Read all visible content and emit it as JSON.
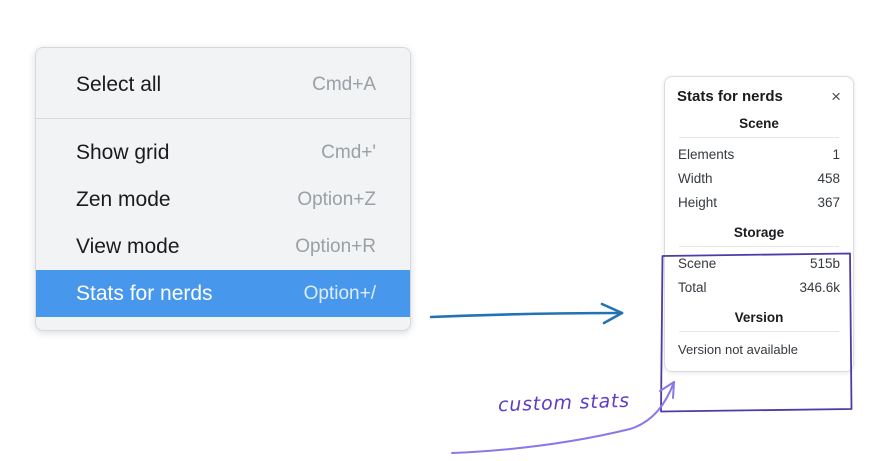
{
  "context_menu": {
    "items": [
      {
        "label": "Select all",
        "shortcut": "Cmd+A",
        "selected": false
      },
      {
        "label": "Show grid",
        "shortcut": "Cmd+'",
        "selected": false
      },
      {
        "label": "Zen mode",
        "shortcut": "Option+Z",
        "selected": false
      },
      {
        "label": "View mode",
        "shortcut": "Option+R",
        "selected": false
      },
      {
        "label": "Stats for nerds",
        "shortcut": "Option+/",
        "selected": true
      }
    ]
  },
  "stats_panel": {
    "title": "Stats for nerds",
    "close_icon": "×",
    "scene": {
      "header": "Scene",
      "rows": [
        {
          "label": "Elements",
          "value": "1"
        },
        {
          "label": "Width",
          "value": "458"
        },
        {
          "label": "Height",
          "value": "367"
        }
      ]
    },
    "storage": {
      "header": "Storage",
      "rows": [
        {
          "label": "Scene",
          "value": "515b"
        },
        {
          "label": "Total",
          "value": "346.6k"
        }
      ]
    },
    "version": {
      "header": "Version",
      "note": "Version not available"
    }
  },
  "annotation": {
    "label": "custom stats"
  },
  "colors": {
    "menu_selected_bg": "#4798ec",
    "menu_bg": "#f1f3f4",
    "shortcut_text": "#9aa0a6",
    "flow_arrow_blue": "#2173b4",
    "annotation_box_purple": "#4b3ca7",
    "annotation_text_purple": "#5f3dc4",
    "annotation_arrow_purple": "#8b78e6"
  }
}
